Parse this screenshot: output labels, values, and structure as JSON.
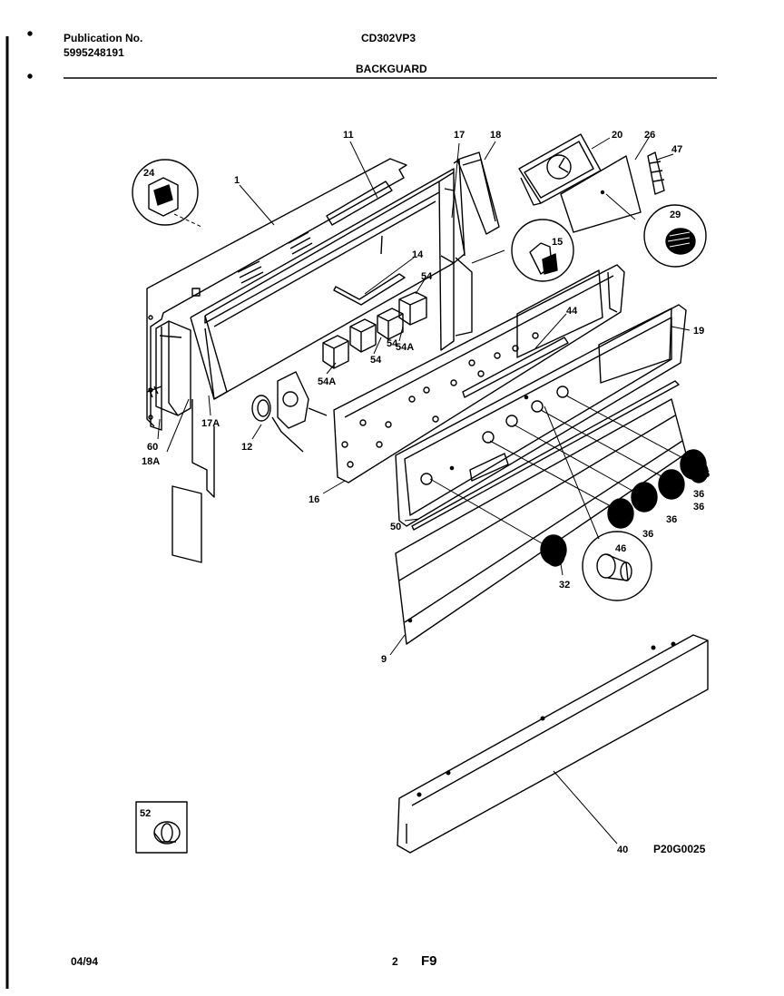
{
  "header": {
    "publication_label": "Publication No.",
    "publication_number": "5995248191",
    "model": "CD302VP3",
    "section": "BACKGUARD"
  },
  "footer": {
    "date": "04/94",
    "page_number": "2",
    "figure": "F9"
  },
  "diagram_code": "P20G0025",
  "callouts": {
    "c1": "1",
    "c11": "11",
    "c17": "17",
    "c18": "18",
    "c20": "20",
    "c26": "26",
    "c47": "47",
    "c24": "24",
    "c15": "15",
    "c29": "29",
    "c14": "14",
    "c54a": "54",
    "c54b": "54",
    "c54c": "54",
    "c54A1": "54A",
    "c54A2": "54A",
    "c44": "44",
    "c19": "19",
    "c60": "60",
    "c17A": "17A",
    "c18A": "18A",
    "c12": "12",
    "c16": "16",
    "c50": "50",
    "c36a": "36",
    "c36b": "36",
    "c36c": "36",
    "c36d": "36",
    "c36e": "36",
    "c46": "46",
    "c32": "32",
    "c9": "9",
    "c40": "40",
    "c52": "52"
  }
}
